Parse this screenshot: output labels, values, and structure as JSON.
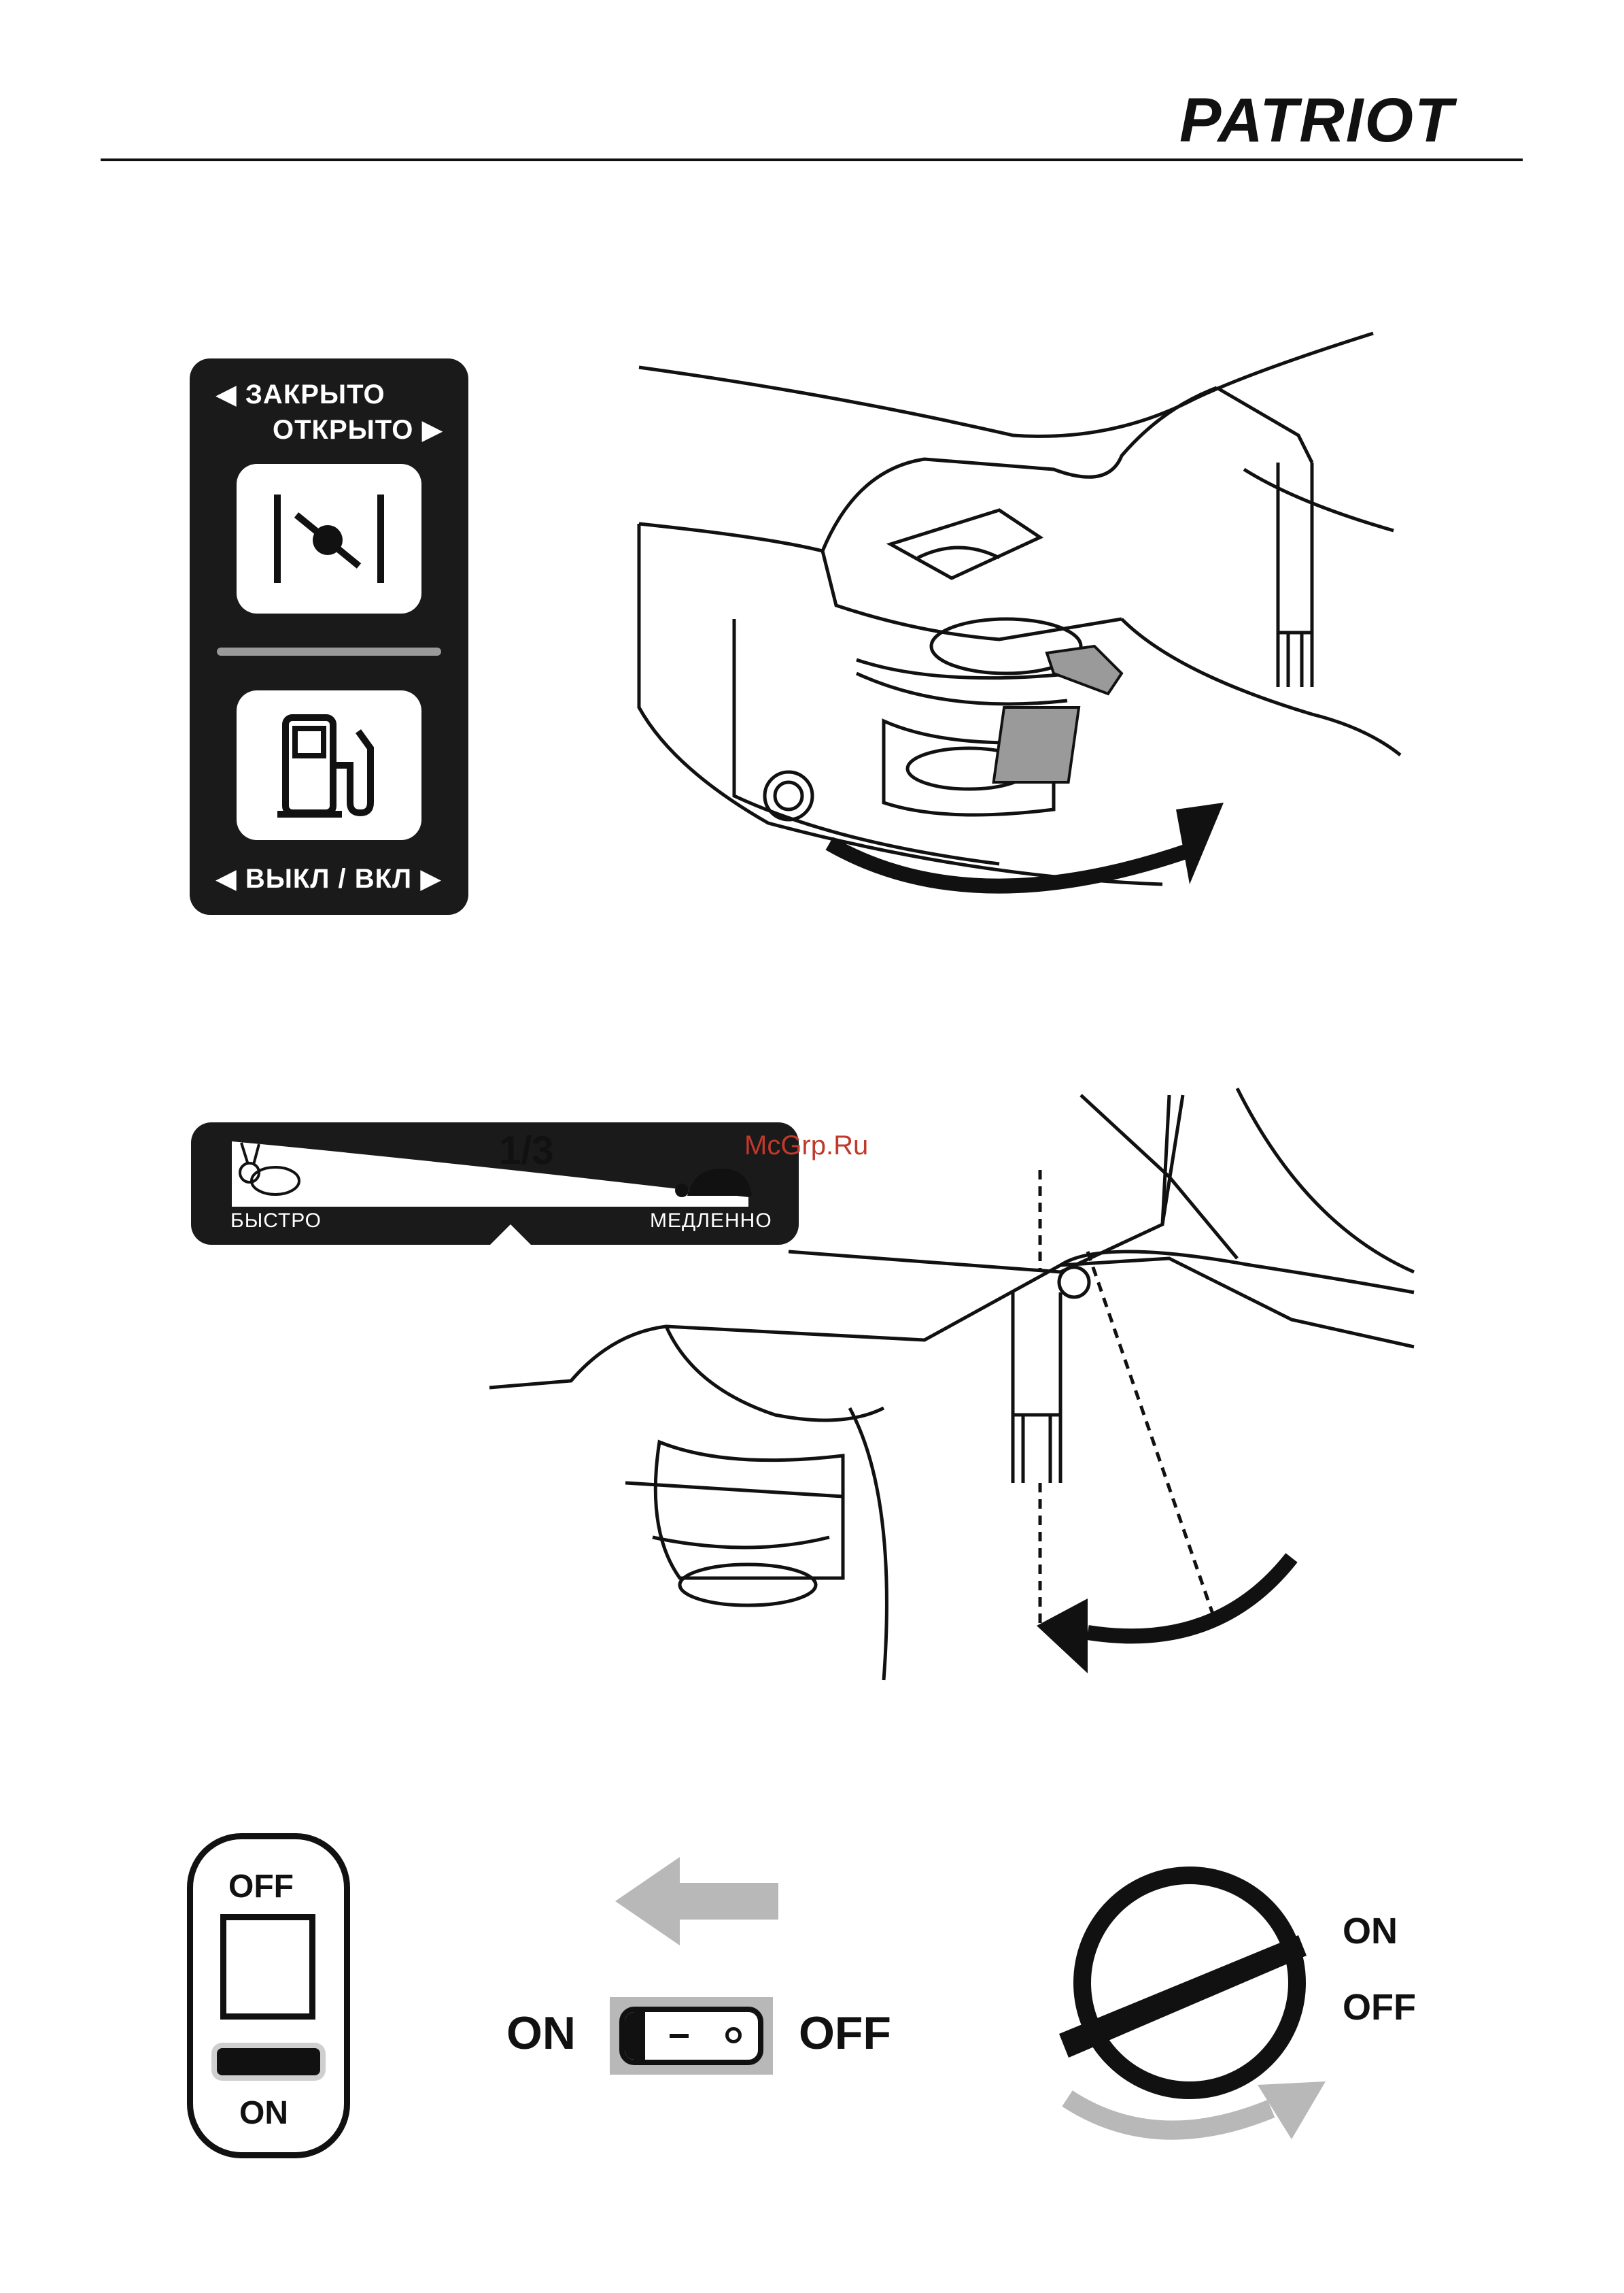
{
  "header": {
    "brand": "PATRIOT",
    "watermark": "McGrp.Ru"
  },
  "fig1": {
    "choke_closed": "ЗАКРЫТО",
    "choke_open": "ОТКРЫТО",
    "fuel_label": "ВЫКЛ / ВКЛ",
    "icons": [
      "choke-icon",
      "fuel-pump-icon",
      "arrow-curve-icon"
    ]
  },
  "fig2": {
    "fraction": "1/3",
    "fast": "БЫСТРО",
    "slow": "МЕДЛЕННО",
    "icons": [
      "rabbit-icon",
      "turtle-icon",
      "arrow-curve-icon"
    ]
  },
  "fig3": {
    "rocker_off": "OFF",
    "rocker_on": "ON",
    "slide_on": "ON",
    "slide_off": "OFF",
    "dial_on": "ON",
    "dial_off": "OFF",
    "colors": {
      "gray_arrow": "#b8b8b8",
      "panel": "#1a1a1a"
    }
  }
}
